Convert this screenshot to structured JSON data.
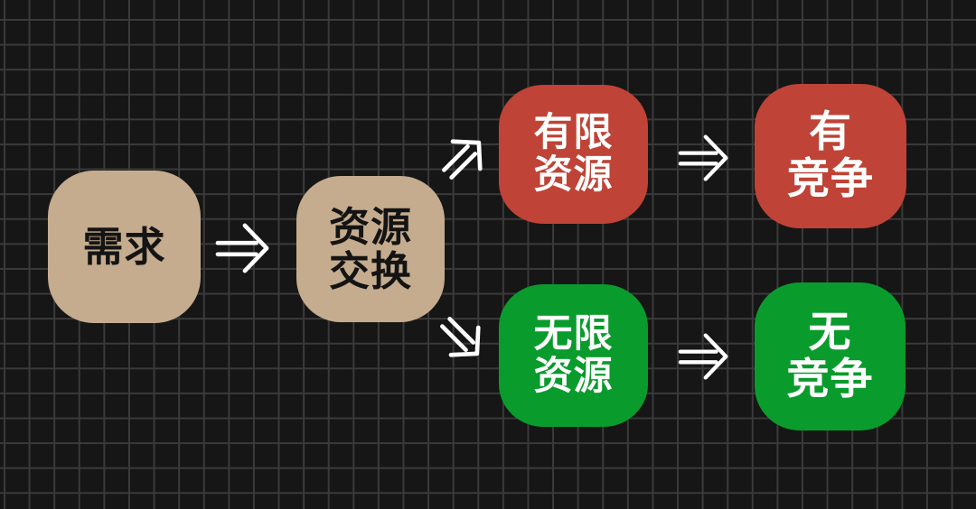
{
  "canvas": {
    "colors": {
      "bg": "#161616",
      "grid": "#3a3a3a",
      "arrow": "#ffffff"
    }
  },
  "diagram": {
    "nodes": {
      "demand": {
        "lines": [
          "需求"
        ],
        "fill": "#c5ac8e",
        "text": "#141414"
      },
      "exchange": {
        "lines": [
          "资源",
          "交换"
        ],
        "fill": "#c5ac8e",
        "text": "#141414"
      },
      "limited": {
        "lines": [
          "有限",
          "资源"
        ],
        "fill": "#bf4336",
        "text": "#ffffff"
      },
      "competition": {
        "lines": [
          "有",
          "竞争"
        ],
        "fill": "#bf4336",
        "text": "#ffffff"
      },
      "unlimited": {
        "lines": [
          "无限",
          "资源"
        ],
        "fill": "#0a9b2d",
        "text": "#ffffff"
      },
      "no_competition": {
        "lines": [
          "无",
          "竞争"
        ],
        "fill": "#0a9b2d",
        "text": "#ffffff"
      }
    },
    "edges": [
      {
        "from": "需求",
        "to": "资源交换",
        "style": "double-right-arrow"
      },
      {
        "from": "资源交换",
        "to": "有限资源",
        "style": "double-up-right-arrow"
      },
      {
        "from": "资源交换",
        "to": "无限资源",
        "style": "double-down-right-arrow"
      },
      {
        "from": "有限资源",
        "to": "有竞争",
        "style": "double-right-arrow"
      },
      {
        "from": "无限资源",
        "to": "无竞争",
        "style": "double-right-arrow"
      }
    ]
  }
}
